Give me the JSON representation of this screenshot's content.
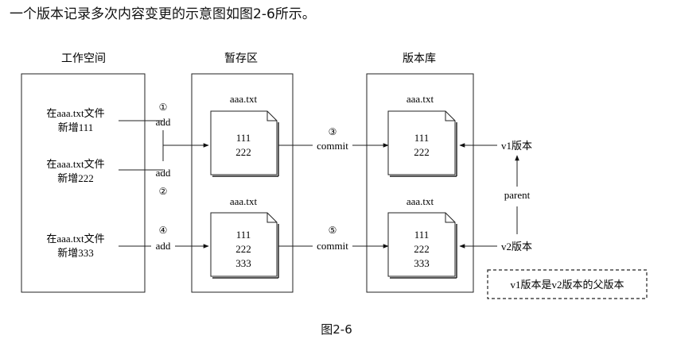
{
  "intro_text": "一个版本记录多次内容变更的示意图如图2-6所示。",
  "caption": "图2-6",
  "columns": {
    "workspace": "工作空间",
    "staging": "暂存区",
    "repository": "版本库"
  },
  "workspace_items": [
    {
      "line1": "在aaa.txt文件",
      "line2": "新增111"
    },
    {
      "line1": "在aaa.txt文件",
      "line2": "新增222"
    },
    {
      "line1": "在aaa.txt文件",
      "line2": "新增333"
    }
  ],
  "steps": {
    "s1": "①",
    "s2": "②",
    "s3": "③",
    "s4": "④",
    "s5": "⑤"
  },
  "actions": {
    "add": "add",
    "commit": "commit"
  },
  "files": {
    "staging_top": {
      "name": "aaa.txt",
      "lines": [
        "111",
        "222"
      ]
    },
    "staging_bottom": {
      "name": "aaa.txt",
      "lines": [
        "111",
        "222",
        "333"
      ]
    },
    "repo_top": {
      "name": "aaa.txt",
      "lines": [
        "111",
        "222"
      ]
    },
    "repo_bottom": {
      "name": "aaa.txt",
      "lines": [
        "111",
        "222",
        "333"
      ]
    }
  },
  "versions": {
    "v1": "v1版本",
    "v2": "v2版本",
    "parent": "parent",
    "note": "v1版本是v2版本的父版本"
  }
}
